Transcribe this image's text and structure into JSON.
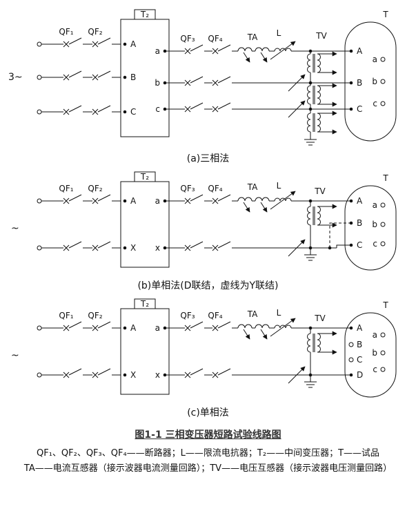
{
  "captions": {
    "a": "(a)三相法",
    "b": "(b)单相法(D联结，虚线为Y联结)",
    "c": "(c)单相法",
    "figure": "图1-1 三相变压器短路试验线路图",
    "legend1": "QF₁、QF₂、QF₃、QF₄——断路器；L——限流电抗器；T₂——中间变压器；T——试品",
    "legend2": "TA——电流互感器（接示波器电流测量回路）；TV——电压互感器（接示波器电压测量回路）"
  },
  "diagrams": {
    "a": {
      "source": "3~",
      "labels": {
        "qf1": "QF₁",
        "qf2": "QF₂",
        "qf3": "QF₃",
        "qf4": "QF₄",
        "t2": "T₂",
        "ta": "TA",
        "l": "L",
        "tv": "TV",
        "t": "T"
      },
      "t2_left": [
        "A",
        "B",
        "C"
      ],
      "t2_right": [
        "a",
        "b",
        "c"
      ],
      "t_left": [
        "A",
        "B",
        "C"
      ],
      "t_right": [
        "a",
        "b",
        "c"
      ]
    },
    "b": {
      "source": "~",
      "labels": {
        "qf1": "QF₁",
        "qf2": "QF₂",
        "qf3": "QF₃",
        "qf4": "QF₄",
        "t2": "T₂",
        "ta": "TA",
        "l": "L",
        "tv": "TV",
        "t": "T"
      },
      "t2_left": [
        "A",
        "X"
      ],
      "t2_right": [
        "a",
        "x"
      ],
      "t_left": [
        "A",
        "B",
        "C"
      ],
      "t_right": [
        "a",
        "b",
        "c"
      ]
    },
    "c": {
      "source": "~",
      "labels": {
        "qf1": "QF₁",
        "qf2": "QF₂",
        "qf3": "QF₃",
        "qf4": "QF₄",
        "t2": "T₂",
        "ta": "TA",
        "l": "L",
        "tv": "TV",
        "t": "T"
      },
      "t2_left": [
        "A",
        "X"
      ],
      "t2_right": [
        "a",
        "x"
      ],
      "t_left": [
        "A",
        "B",
        "C",
        "D"
      ],
      "t_right": [
        "a",
        "b",
        "c"
      ]
    }
  }
}
